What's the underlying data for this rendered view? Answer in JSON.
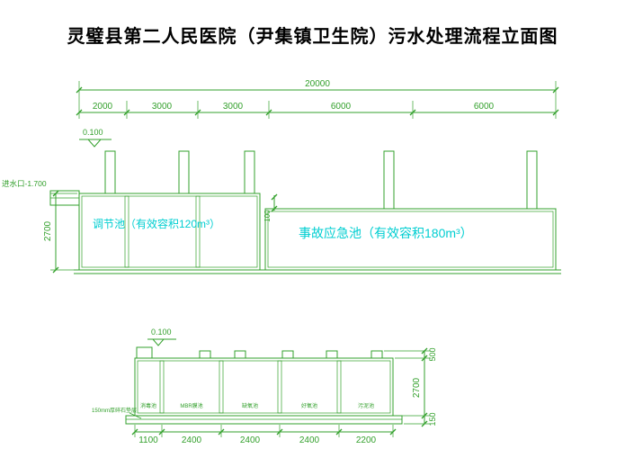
{
  "title": "灵璧县第二人民医院（尹集镇卫生院）污水处理流程立面图",
  "colors": {
    "line": "#33a02c",
    "accent": "#00ced1",
    "title": "#000000"
  },
  "upper": {
    "total_dim": "20000",
    "segments": [
      "2000",
      "3000",
      "3000",
      "6000",
      "6000"
    ],
    "elevation": "0.100",
    "inlet": "进水口-1.700",
    "height_dim": "2700",
    "step_dim": "100",
    "tank1": "调节池（有效容积120m³）",
    "tank2": "事故应急池（有效容积180m³）"
  },
  "lower": {
    "elevation": "0.100",
    "note": "150mm厚碎石垫层",
    "compartments": [
      "消毒池",
      "MBR膜池",
      "缺氧池",
      "好氧池",
      "污泥池"
    ],
    "bottom_dims": [
      "1100",
      "2400",
      "2400",
      "2400",
      "2200"
    ],
    "right_dims": [
      "500",
      "2700",
      "150"
    ]
  }
}
